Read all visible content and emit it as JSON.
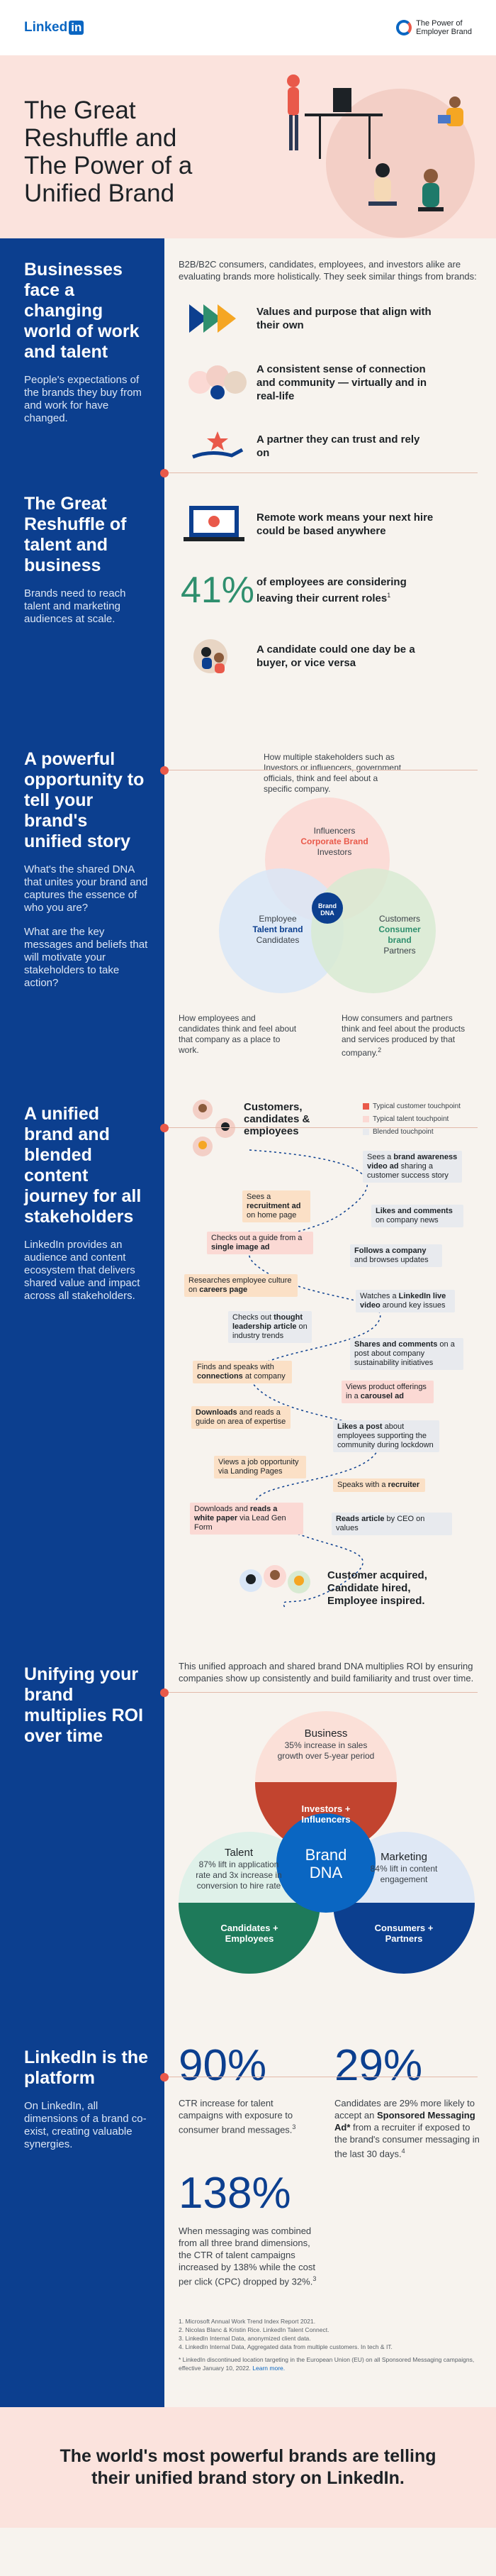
{
  "header": {
    "logo_text": "Linked",
    "logo_in": "in",
    "employer_line1": "The Power of",
    "employer_line2": "Employer Brand"
  },
  "hero": {
    "title": "The Great Reshuffle and The Power of a Unified Brand"
  },
  "section1": {
    "heading": "Businesses face a changing world of work and talent",
    "body": "People's expectations of the brands they buy from and work for have changed.",
    "intro": "B2B/B2C consumers, candidates, employees, and investors alike are evaluating brands more holistically. They seek similar things from brands:",
    "items": [
      "Values and purpose that align with their own",
      "A consistent sense of connection and community — virtually and in real-life",
      "A partner they can trust and rely on"
    ]
  },
  "section2": {
    "heading": "The Great Reshuffle of talent and business",
    "body": "Brands need to reach talent and marketing audiences at scale.",
    "items": [
      "Remote work means your next hire could be based anywhere",
      "of employees are considering leaving their current roles",
      "A candidate could one day be a buyer, or vice versa"
    ],
    "stat": "41%",
    "stat_sup": "1"
  },
  "section3": {
    "heading": "A powerful opportunity to tell your brand's unified story",
    "body1": "What's the shared DNA that unites your brand and captures the essence of who you are?",
    "body2": "What are the key messages and beliefs that will motivate your stakeholders to take action?",
    "top_caption": "How multiple stakeholders such as Investors or influencers, government officials, think and feel about a specific company.",
    "venn": {
      "top_a": "Influencers",
      "top_b": "Corporate Brand",
      "top_c": "Investors",
      "left_a": "Employee",
      "left_b": "Talent brand",
      "left_c": "Candidates",
      "right_a": "Customers",
      "right_b": "Consumer brand",
      "right_c": "Partners",
      "center": "Brand DNA"
    },
    "left_caption": "How employees and candidates think and feel about that company as a place to work.",
    "right_caption": "How consumers and partners think and feel about the products and services produced by that company.",
    "right_caption_sup": "2"
  },
  "section4": {
    "heading": "A unified brand and blended content journey for all stakeholders",
    "body": "LinkedIn provides an audience and content ecosystem that delivers shared value and impact across all stakeholders.",
    "start_label": "Customers, candidates & employees",
    "legend": [
      "Typical customer touchpoint",
      "Typical talent touchpoint",
      "Blended touchpoint"
    ],
    "touchpoints": [
      {
        "pre": "Sees a ",
        "bold": "brand awareness video ad",
        "post": " sharing a customer success story"
      },
      {
        "pre": "Sees a ",
        "bold": "recruitment ad",
        "post": " on home page"
      },
      {
        "pre": "",
        "bold": "Likes and comments",
        "post": " on company news"
      },
      {
        "pre": "Checks out a guide from a ",
        "bold": "single image ad",
        "post": ""
      },
      {
        "pre": "",
        "bold": "Follows a company",
        "post": " and browses updates"
      },
      {
        "pre": "Researches employee culture on ",
        "bold": "careers page",
        "post": ""
      },
      {
        "pre": "Watches a ",
        "bold": "LinkedIn live video",
        "post": " around key issues"
      },
      {
        "pre": "Checks out ",
        "bold": "thought leadership article",
        "post": " on industry trends"
      },
      {
        "pre": "",
        "bold": "Shares and comments",
        "post": " on a post about company sustainability initiatives"
      },
      {
        "pre": "Finds and speaks with ",
        "bold": "connections",
        "post": " at company"
      },
      {
        "pre": "Views product offerings in a ",
        "bold": "carousel ad",
        "post": ""
      },
      {
        "pre": "",
        "bold": "Downloads",
        "post": " and reads a guide on area of expertise"
      },
      {
        "pre": "",
        "bold": "Likes a post",
        "post": " about employees supporting the community during lockdown"
      },
      {
        "pre": "Views a job opportunity via Landing Pages",
        "bold": "",
        "post": ""
      },
      {
        "pre": "Speaks with a ",
        "bold": "recruiter",
        "post": ""
      },
      {
        "pre": "Downloads and ",
        "bold": "reads a white paper",
        "post": " via Lead Gen Form"
      },
      {
        "pre": "",
        "bold": "Reads article",
        "post": " by CEO on values"
      }
    ],
    "end_label": "Customer acquired, Candidate hired, Employee inspired."
  },
  "section5": {
    "heading": "Unifying your brand multiplies ROI over time",
    "intro": "This unified approach and shared brand DNA multiplies ROI by ensuring companies show up consistently and build familiarity and trust over time.",
    "business_h": "Business",
    "business_t": "35% increase in sales growth over 5-year period",
    "talent_h": "Talent",
    "talent_t": "87% lift in application rate and 3x increase in conversion to hire rate",
    "marketing_h": "Marketing",
    "marketing_t": "84% lift in content engagement",
    "center": "Brand DNA",
    "badge_top": "Investors + Influencers",
    "badge_left": "Candidates + Employees",
    "badge_right": "Consumers + Partners"
  },
  "section6": {
    "heading": "LinkedIn is the platform",
    "body": "On LinkedIn, all dimensions of a brand co-exist, creating valuable synergies.",
    "stat1": "90%",
    "stat1_text": "CTR increase for talent campaigns with exposure to consumer brand messages.",
    "stat1_sup": "3",
    "stat2": "29%",
    "stat2_pre": "Candidates are 29% more likely to accept an ",
    "stat2_bold": "Sponsored Messaging Ad*",
    "stat2_post": " from a recruiter if exposed to the brand's consumer messaging in the last 30 days.",
    "stat2_sup": "4",
    "stat3": "138%",
    "stat3_text": "When messaging was combined from all three brand dimensions, the CTR of talent campaigns increased by 138% while the cost per click (CPC) dropped by 32%.",
    "stat3_sup": "3",
    "footnotes": [
      "1. Microsoft Annual Work Trend Index Report 2021.",
      "2. Nicolas Blanc & Kristin Rice. LinkedIn Talent Connect.",
      "3. LinkedIn Internal Data, anonymized client data.",
      "4. LinkedIn Internal Data, Aggregated data from multiple customers. In tech & IT."
    ],
    "footnote_star": "* LinkedIn discontinued location targeting in the European Union (EU) on all Sponsored Messaging campaigns, effective January 10, 2022.",
    "footnote_link": "Learn more."
  },
  "closing": {
    "text": "The world's most powerful brands are telling their unified brand story on LinkedIn."
  },
  "colors": {
    "navy": "#0c3f8f",
    "coral": "#e9594a",
    "blush": "#fbe3dd",
    "green": "#2f8f6e"
  }
}
